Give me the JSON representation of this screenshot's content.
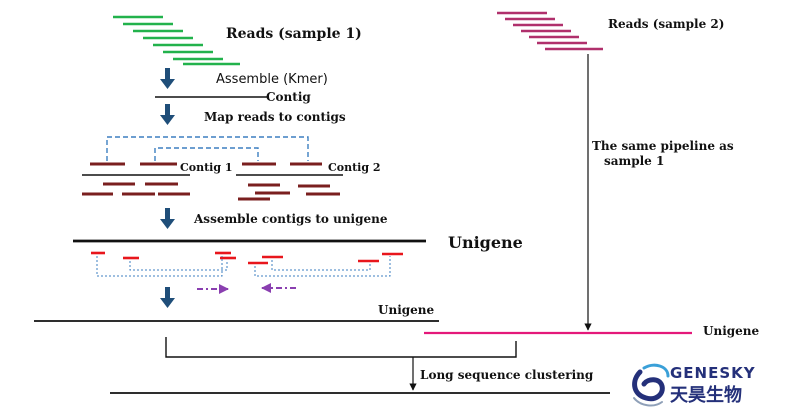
{
  "labels": {
    "reads_sample1": "Reads (sample 1)",
    "reads_sample2": "Reads (sample 2)",
    "assemble_kmer": "Assemble (Kmer)",
    "contig": "Contig",
    "map_reads": "Map reads to contigs",
    "contig1": "Contig 1",
    "contig2": "Contig 2",
    "assemble_unigene": "Assemble contigs to unigene",
    "unigene_big": "Unigene",
    "unigene_left": "Unigene",
    "unigene_right": "Unigene",
    "same_pipeline_1": "The same pipeline as",
    "same_pipeline_2": "sample 1",
    "long_clustering": "Long sequence clustering"
  },
  "logo": {
    "name_en": "GENESKY",
    "name_cn": "天昊生物"
  },
  "colors": {
    "reads1": "#22b24c",
    "reads2": "#b0306c",
    "contig_read": "#7a1f1f",
    "unigene_read": "#e8161c",
    "arrow": "#1f4e79",
    "dash_blue": "#3d7fc0",
    "dash_purple": "#8a3fb0",
    "unigene_pink": "#e4187a",
    "logo_blue": "#24307a"
  }
}
